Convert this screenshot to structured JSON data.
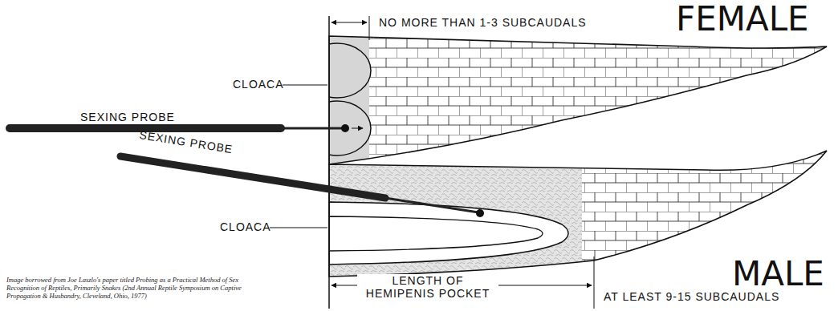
{
  "diagram": {
    "labels": [
      "NO MORE THAN 1-3 SUBCAUDALS",
      "FEMALE",
      "CLOACA",
      "SEXING PROBE",
      "SEXING PROBE",
      "CLOACA",
      "LENGTH OF HEMIPENIS POCKET",
      "AT LEAST 9-15 SUBCAUDALS",
      "MALE",
      "Image borrowed from Joe Laszlo's paper titled Probing as a Practical Method of Sex Recognition of Reptiles, Primarily Snakes (2nd Annual Reptile Symposium on Captive Propagation & Husbandry, Cleveland, Ohio, 1977)"
    ]
  }
}
